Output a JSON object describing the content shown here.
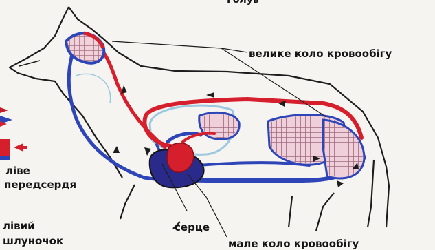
{
  "labels": {
    "top_cut": "Голув",
    "systemic_circulation": "велике коло кровообігу",
    "left_atrium_line1": "ліве",
    "left_atrium_line2": "передсердя",
    "left_ventricle_line1": "лівий",
    "left_ventricle_line2": "шлуночок",
    "heart": "серце",
    "pulmonary_circulation": "мале коло кровообігу"
  },
  "colors": {
    "arterial": "#d61f2c",
    "venous": "#2e45b8",
    "outline": "#1d1d1d",
    "background": "#f6f4f1",
    "lung_light": "#9cc8e0"
  }
}
